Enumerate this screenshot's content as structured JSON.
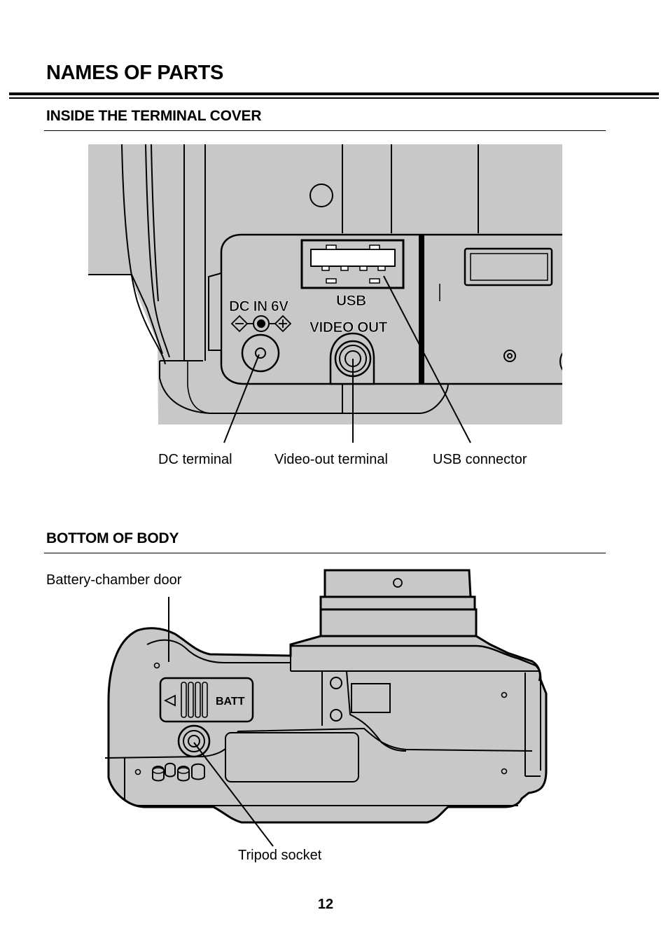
{
  "header": {
    "title": "NAMES OF PARTS"
  },
  "sections": {
    "terminal_cover": {
      "title": "INSIDE THE TERMINAL COVER",
      "labels": {
        "dc_terminal": "DC terminal",
        "video_out_terminal": "Video-out terminal",
        "usb_connector": "USB connector"
      },
      "markings": {
        "dc_in": "DC IN 6V",
        "usb": "USB",
        "video_out": "VIDEO OUT"
      }
    },
    "bottom": {
      "title": "BOTTOM OF BODY",
      "labels": {
        "battery_door": "Battery-chamber door",
        "tripod_socket": "Tripod socket"
      },
      "markings": {
        "batt": "BATT"
      }
    }
  },
  "footer": {
    "page_number": "12"
  }
}
